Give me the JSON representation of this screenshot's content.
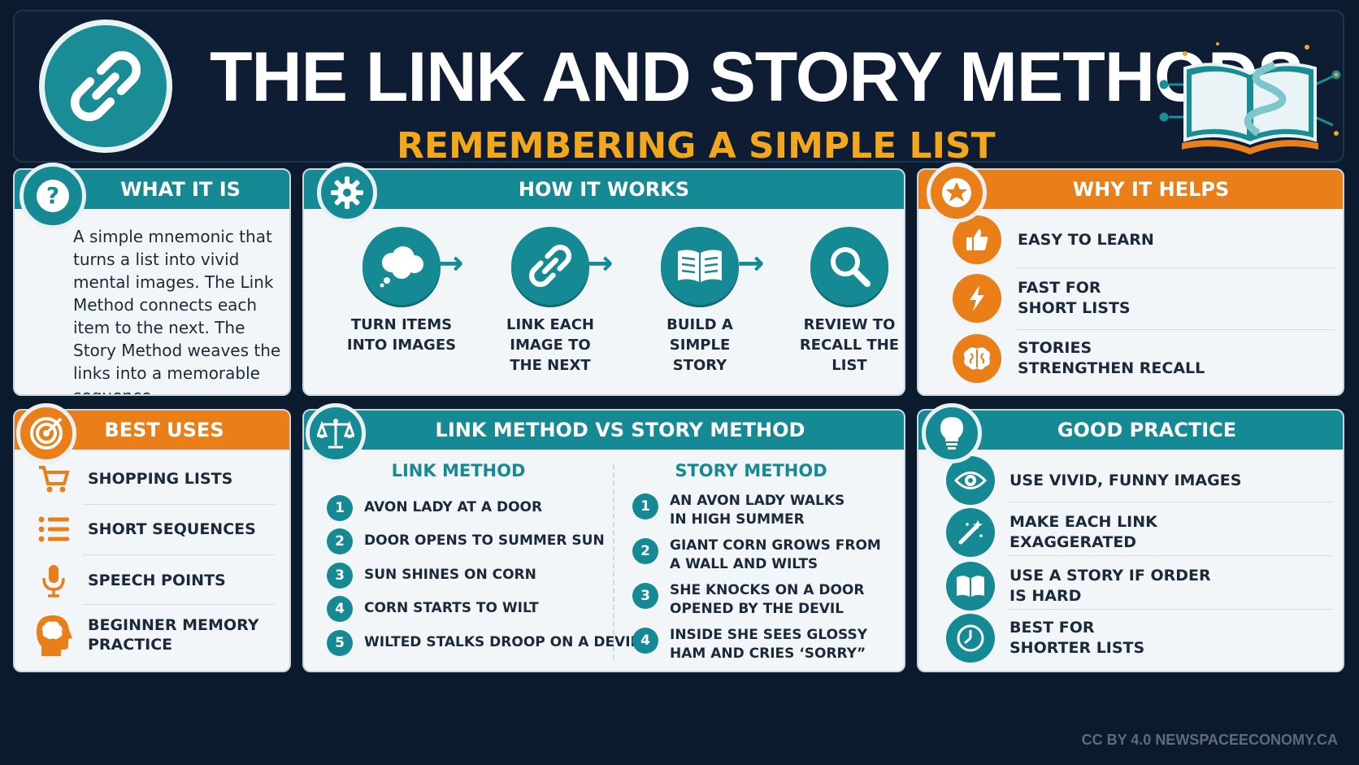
{
  "header": {
    "title": "THE LINK AND STORY METHODS",
    "subtitle": "REMEMBERING A SIMPLE LIST",
    "logo_icon": "chain-link-icon",
    "art_icon": "open-book-icon"
  },
  "colors": {
    "teal": "#168a94",
    "orange": "#ea7f19",
    "gold": "#f3a71c",
    "background": "#0c1a2e"
  },
  "what_it_is": {
    "title": "WHAT IT IS",
    "icon": "question-icon",
    "lines": [
      "A simple mnemonic that",
      "turns a list into vivid",
      "mental images. The Link",
      "Method connects each",
      "item to the next. The",
      "Story Method weaves the",
      "links into a memorable",
      "sequence."
    ]
  },
  "how_it_works": {
    "title": "HOW IT WORKS",
    "icon": "gear-icon",
    "steps": [
      {
        "icon": "thought-cloud-icon",
        "line1": "TURN ITEMS",
        "line2": "INTO IMAGES",
        "line3": ""
      },
      {
        "icon": "chain-link-icon",
        "line1": "LINK EACH",
        "line2": "IMAGE TO",
        "line3": "THE NEXT"
      },
      {
        "icon": "book-icon",
        "line1": "BUILD A",
        "line2": "SIMPLE",
        "line3": "STORY"
      },
      {
        "icon": "magnifier-icon",
        "line1": "REVIEW TO",
        "line2": "RECALL THE",
        "line3": "LIST"
      }
    ]
  },
  "why_it_helps": {
    "title": "WHY IT HELPS",
    "icon": "star-icon",
    "items": [
      {
        "icon": "thumbs-up-icon",
        "line1": "EASY TO LEARN",
        "line2": ""
      },
      {
        "icon": "lightning-icon",
        "line1": "FAST FOR",
        "line2": "SHORT LISTS"
      },
      {
        "icon": "brain-icon",
        "line1": "STORIES",
        "line2": "STRENGTHEN RECALL"
      }
    ]
  },
  "best_uses": {
    "title": "BEST USES",
    "icon": "target-icon",
    "items": [
      {
        "icon": "cart-icon",
        "line1": "SHOPPING LISTS",
        "line2": ""
      },
      {
        "icon": "list-icon",
        "line1": "SHORT SEQUENCES",
        "line2": ""
      },
      {
        "icon": "microphone-icon",
        "line1": "SPEECH POINTS",
        "line2": ""
      },
      {
        "icon": "head-brain-icon",
        "line1": "BEGINNER MEMORY",
        "line2": "PRACTICE"
      }
    ]
  },
  "comparison": {
    "title": "LINK METHOD VS STORY METHOD",
    "icon": "scales-icon",
    "link_title": "LINK METHOD",
    "story_title": "STORY METHOD",
    "link_items": [
      {
        "n": "1",
        "text": "AVON LADY AT A DOOR"
      },
      {
        "n": "2",
        "text": "DOOR OPENS TO SUMMER SUN"
      },
      {
        "n": "3",
        "text": "SUN SHINES ON CORN"
      },
      {
        "n": "4",
        "text": "CORN STARTS TO WILT"
      },
      {
        "n": "5",
        "text": "WILTED STALKS DROOP ON A DEVIL"
      }
    ],
    "story_items": [
      {
        "n": "1",
        "line1": "AN AVON LADY WALKS",
        "line2": "IN HIGH SUMMER"
      },
      {
        "n": "2",
        "line1": "GIANT CORN GROWS FROM",
        "line2": "A WALL AND WILTS"
      },
      {
        "n": "3",
        "line1": "SHE KNOCKS ON A DOOR",
        "line2": "OPENED BY THE DEVIL"
      },
      {
        "n": "4",
        "line1": "INSIDE SHE SEES GLOSSY",
        "line2": "HAM AND CRIES ‘SORRY”"
      }
    ]
  },
  "good_practice": {
    "title": "GOOD PRACTICE",
    "icon": "lightbulb-icon",
    "items": [
      {
        "icon": "eye-icon",
        "line1": "USE VIVID, FUNNY IMAGES",
        "line2": ""
      },
      {
        "icon": "magic-wand-icon",
        "line1": "MAKE EACH LINK",
        "line2": "EXAGGERATED"
      },
      {
        "icon": "book-icon",
        "line1": "USE A STORY IF ORDER",
        "line2": "IS HARD"
      },
      {
        "icon": "clock-icon",
        "line1": "BEST FOR",
        "line2": "SHORTER LISTS"
      }
    ]
  },
  "credit": "CC BY 4.0 NEWSPACEECONOMY.CA"
}
